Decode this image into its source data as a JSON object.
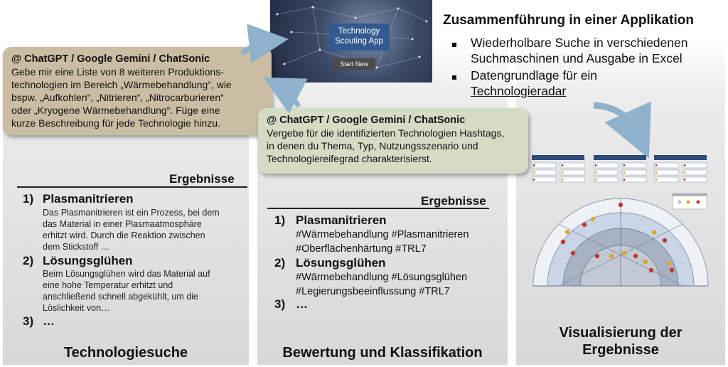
{
  "panels": {
    "left": {
      "title": "Technologiesuche",
      "results_label": "Ergebnisse",
      "items": [
        {
          "num": "1)",
          "title": "Plasmanitrieren",
          "desc": [
            "Das Plasmanitrieren ist ein Prozess, bei dem",
            "das Material in einer Plasmaatmosphäre",
            "erhitzt wird. Durch die Reaktion zwischen",
            "dem Stickstoff …"
          ]
        },
        {
          "num": "2)",
          "title": "Lösungsglühen",
          "desc": [
            "Beim Lösungsglühen wird das Material auf",
            "eine hohe Temperatur erhitzt und",
            "anschließend schnell abgekühlt, um die",
            "Löslichkeit von…"
          ]
        },
        {
          "num": "3)",
          "title": "…"
        }
      ]
    },
    "middle": {
      "title": "Bewertung und Klassifikation",
      "results_label": "Ergebnisse",
      "items": [
        {
          "num": "1)",
          "title": "Plasmanitrieren",
          "tags": [
            "#Wärmebehandlung #Plasmanitrieren",
            "#Oberflächenhärtung #TRL7"
          ]
        },
        {
          "num": "2)",
          "title": "Lösungsglühen",
          "tags": [
            "#Wärmebehandlung #Lösungsglühen",
            "#Legierungsbeeinflussung #TRL7"
          ]
        },
        {
          "num": "3)",
          "title": "…"
        }
      ]
    },
    "right": {
      "title_line1": "Visualisierung der",
      "title_line2": "Ergebnisse"
    }
  },
  "prompts": {
    "first": {
      "head": "@ ChatGPT / Google Gemini / ChatSonic",
      "body": [
        "Gebe mir eine Liste von 8 weiteren Produktions-",
        "technologien im Bereich „Wärmebehandlung“, wie",
        "bspw. „Aufkohlen“, „Nitrieren“, „Nitrocarburieren“",
        "oder „Kryogene Wärmebehandlung“. Füge eine",
        "kurze Beschreibung für jede Technologie hinzu."
      ]
    },
    "second": {
      "head": "@ ChatGPT / Google Gemini / ChatSonic",
      "body": [
        "Vergebe für die identifizierten Technologien Hashtags,",
        "in denen du Thema, Typ, Nutzungsszenario und",
        "Technologiereifegrad charakterisierst."
      ]
    }
  },
  "app": {
    "title_line1": "Technology",
    "title_line2": "Scouting App",
    "start_button": "Start New"
  },
  "summary": {
    "headline": "Zusammenführung in einer Applikation",
    "bullets": [
      {
        "line1": "Wiederholbare Suche in verschiedenen",
        "line2": "Suchmaschinen und Ausgabe in Excel"
      },
      {
        "line1": "Datengrundlage für ein",
        "line2": "Technologieradar"
      }
    ]
  },
  "colors": {
    "prompt_first_bg": "#cbbda3",
    "prompt_second_bg": "#d4dcc4",
    "arrow": "#8fb2cc",
    "app_title_bg": "#335a90",
    "radar_ring": "#a8b9cc",
    "dot_red": "#c0392b",
    "dot_yellow": "#e0a526"
  }
}
